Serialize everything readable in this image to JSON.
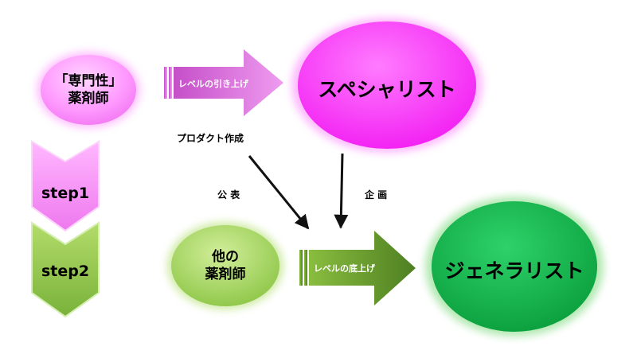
{
  "nodes": {
    "specialty_pharmacist": {
      "line1": "「専門性」",
      "line2": "薬剤師"
    },
    "specialist": {
      "label": "スペシャリスト"
    },
    "other_pharmacist": {
      "line1": "他の",
      "line2": "薬剤師"
    },
    "generalist": {
      "label": "ジェネラリスト"
    }
  },
  "steps": [
    "step1",
    "step2"
  ],
  "arrows": {
    "level_up": "レベルの引き上げ",
    "level_base_up": "レベルの底上げ"
  },
  "labels": {
    "product_creation": "プロダクト作成",
    "publish": "公 表",
    "plan": "企 画"
  },
  "colors": {
    "pink": "#ff80ff",
    "magenta": "#ff30ff",
    "green_light": "#a6d45a",
    "green_dark": "#12b24a",
    "arrow_black": "#111111"
  }
}
